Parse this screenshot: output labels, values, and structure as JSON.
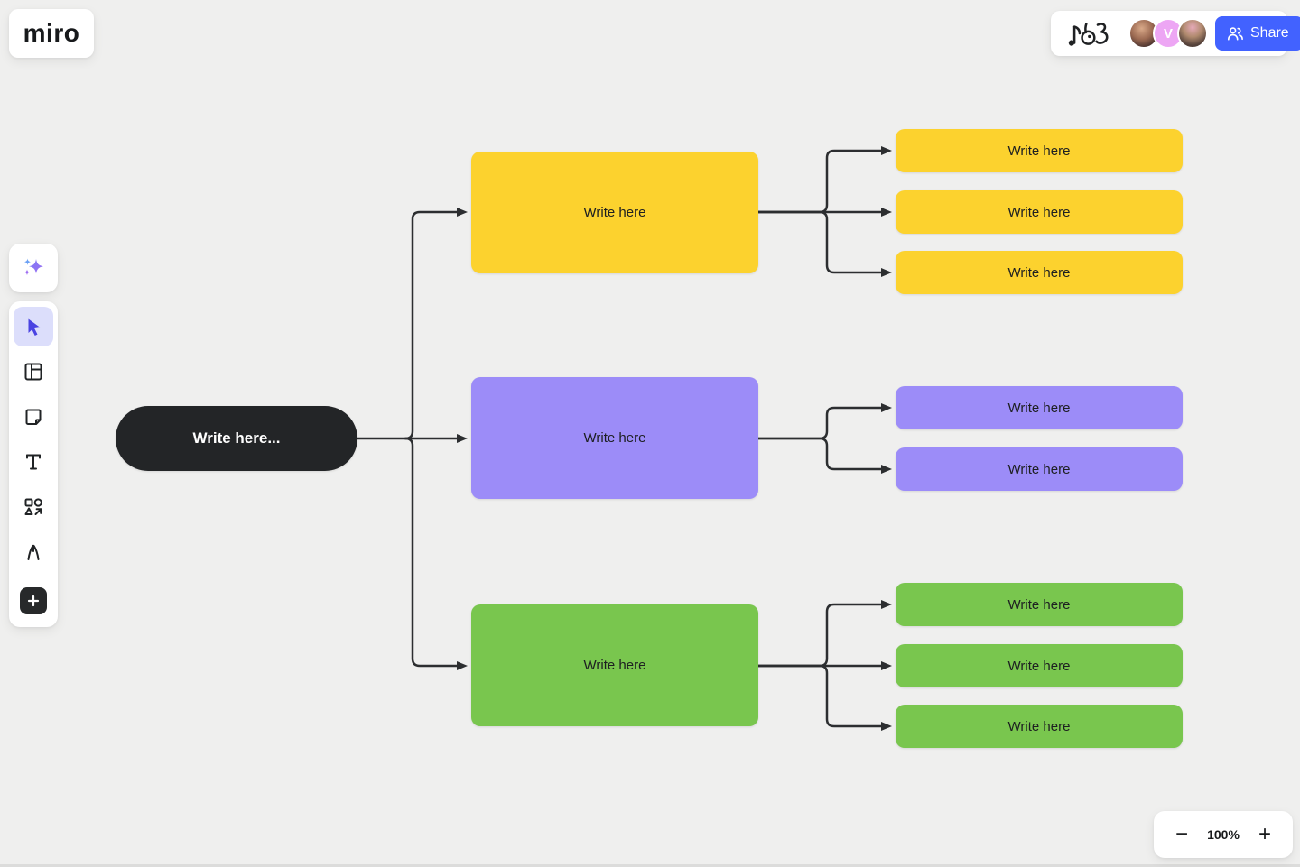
{
  "app": {
    "name": "miro"
  },
  "topbar": {
    "doodle_icon": "music-notes-doodle",
    "avatars": [
      {
        "kind": "photo",
        "label": ""
      },
      {
        "kind": "initial",
        "label": "V",
        "bg": "#eda6f4"
      },
      {
        "kind": "photo",
        "label": ""
      }
    ],
    "share": {
      "label": "Share",
      "bg": "#4262ff"
    }
  },
  "toolbar": {
    "tools": [
      {
        "name": "ai-assist",
        "icon": "sparkles-icon",
        "active": false
      },
      {
        "name": "select",
        "icon": "cursor-icon",
        "active": true
      },
      {
        "name": "templates",
        "icon": "frame-icon",
        "active": false
      },
      {
        "name": "sticky-note",
        "icon": "sticky-note-icon",
        "active": false
      },
      {
        "name": "text",
        "icon": "text-icon",
        "active": false
      },
      {
        "name": "shapes",
        "icon": "shapes-icon",
        "active": false
      },
      {
        "name": "pen",
        "icon": "pen-icon",
        "active": false
      },
      {
        "name": "add-tool",
        "icon": "plus-icon",
        "active": false
      }
    ]
  },
  "mindmap": {
    "root": {
      "label": "Write here...",
      "bg": "#232527",
      "text_color": "#ffffff"
    },
    "branches": [
      {
        "label": "Write here",
        "color": "#fcd22e",
        "children": [
          {
            "label": "Write here"
          },
          {
            "label": "Write here"
          },
          {
            "label": "Write here"
          }
        ]
      },
      {
        "label": "Write here",
        "color": "#9c8cf8",
        "children": [
          {
            "label": "Write here"
          },
          {
            "label": "Write here"
          }
        ]
      },
      {
        "label": "Write here",
        "color": "#79c64e",
        "children": [
          {
            "label": "Write here"
          },
          {
            "label": "Write here"
          },
          {
            "label": "Write here"
          }
        ]
      }
    ],
    "connector_color": "#2c2e30"
  },
  "zoom_controls": {
    "out": "−",
    "level": "100%",
    "in": "+"
  }
}
